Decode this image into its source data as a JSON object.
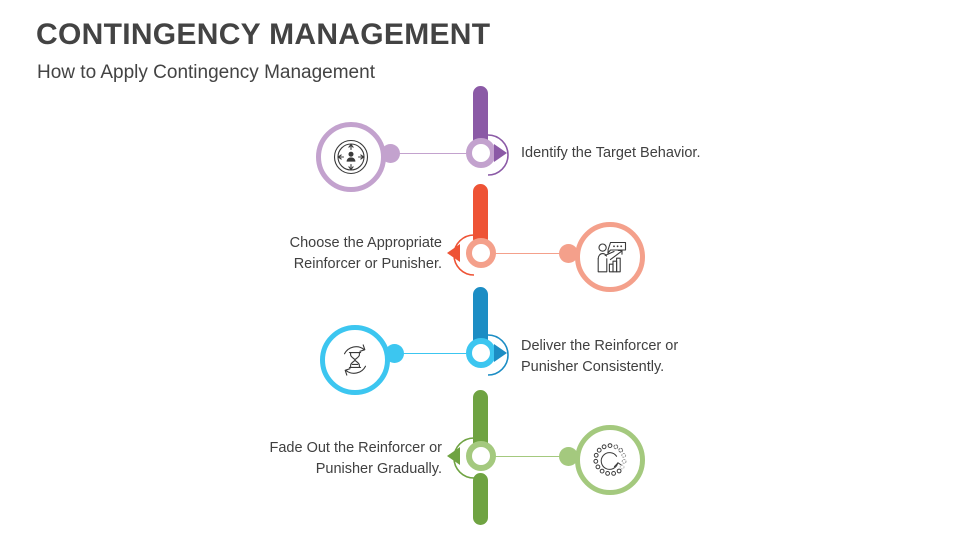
{
  "header": {
    "title": "CONTINGENCY MANAGEMENT",
    "subtitle": "How to Apply Contingency Management"
  },
  "colors": {
    "purple": "#8B5AA6",
    "purple_light": "#C3A2CE",
    "orange": "#EE5335",
    "orange_light": "#F4A08B",
    "blue": "#1C8DC4",
    "blue_light": "#3CC6F0",
    "green": "#6FA342",
    "green_light": "#A4C97E",
    "text": "#404040"
  },
  "timeline": {
    "steps": [
      {
        "index": 1,
        "label": "Identify the Target Behavior.",
        "label_side": "right",
        "icon_side": "left",
        "icon_name": "person-target-arrows-icon",
        "bar_color": "#8B5AA6",
        "node_color": "#C3A2CE",
        "arrow_color": "#8B5AA6",
        "arrow_direction": "right"
      },
      {
        "index": 2,
        "label": "Choose the Appropriate\nReinforcer or Punisher.",
        "label_side": "left",
        "icon_side": "right",
        "icon_name": "presenter-bar-chart-icon",
        "bar_color": "#EE5335",
        "node_color": "#F4A08B",
        "arrow_color": "#EE5335",
        "arrow_direction": "left"
      },
      {
        "index": 3,
        "label": "Deliver the Reinforcer or\nPunisher Consistently.",
        "label_side": "right",
        "icon_side": "left",
        "icon_name": "hourglass-refresh-icon",
        "bar_color": "#1C8DC4",
        "node_color": "#3CC6F0",
        "arrow_color": "#1C8DC4",
        "arrow_direction": "right"
      },
      {
        "index": 4,
        "label": "Fade Out the Reinforcer or\nPunisher Gradually.",
        "label_side": "left",
        "icon_side": "right",
        "icon_name": "fading-dots-arrow-icon",
        "bar_color": "#6FA342",
        "node_color": "#A4C97E",
        "arrow_color": "#6FA342",
        "arrow_direction": "left"
      }
    ]
  }
}
